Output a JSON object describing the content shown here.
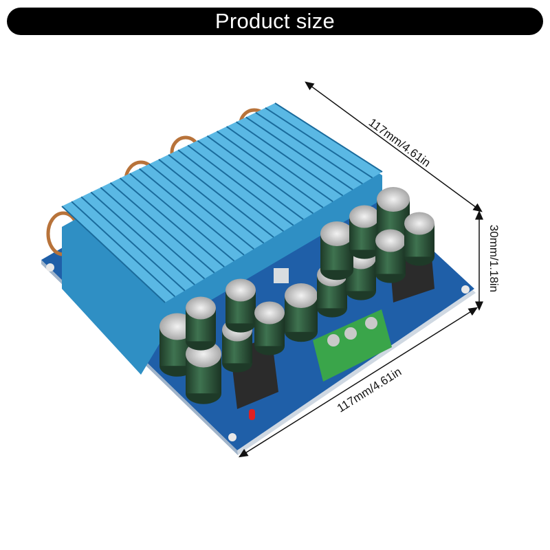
{
  "header": {
    "title": "Product size"
  },
  "dimensions": {
    "length": "117mm/4.61in",
    "height": "30mm/1.18in",
    "width": "117mm/4.61in"
  },
  "colors": {
    "board": "#1f5fa8",
    "heatsink": "#3fa6d6",
    "capacitor": "#2f5a3c",
    "terminal": "#3aa54a"
  }
}
